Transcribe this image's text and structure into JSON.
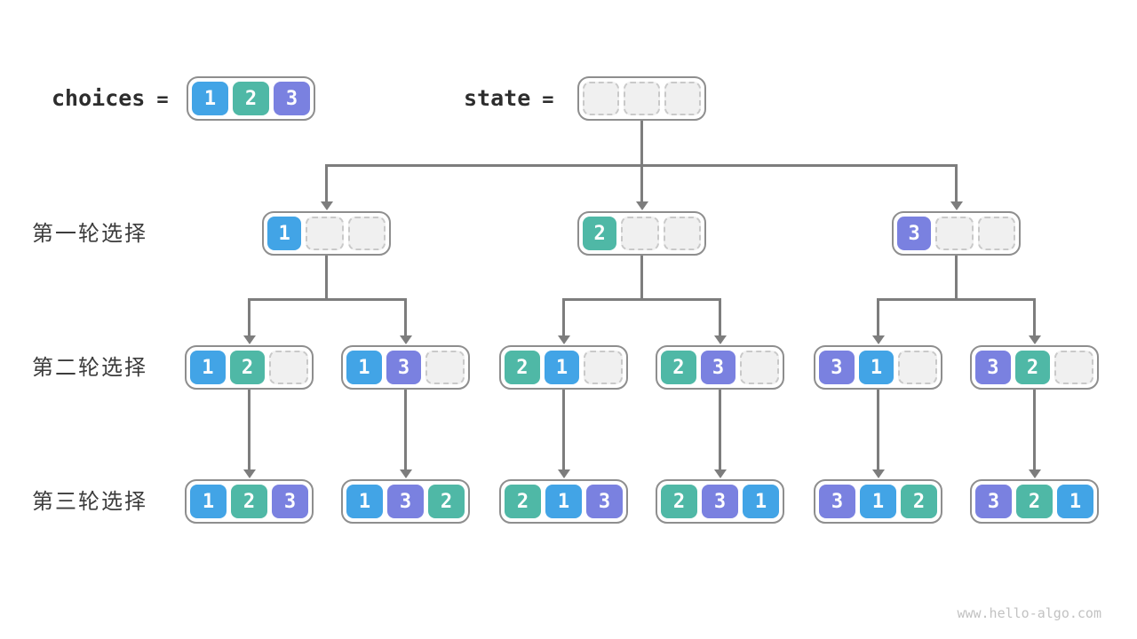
{
  "colors": {
    "cell1": "#42A4E6",
    "cell2": "#4FB8A6",
    "cell3": "#7A81E0",
    "empty_fill": "#F0F0F0",
    "empty_border": "#C9C9C9",
    "box_border": "#8E8E8E",
    "connector": "#7D7D7D",
    "label": "#3C3C3C",
    "footer_text": "#C2C2C2"
  },
  "header": {
    "choices": {
      "label": "choices",
      "equals": "=",
      "cells": [
        "1",
        "2",
        "3"
      ]
    },
    "state": {
      "label": "state",
      "equals": "=",
      "cells": [
        "",
        "",
        ""
      ]
    }
  },
  "rows": [
    {
      "label": "第一轮选择",
      "boxes": [
        [
          "1",
          "",
          ""
        ],
        [
          "2",
          "",
          ""
        ],
        [
          "3",
          "",
          ""
        ]
      ]
    },
    {
      "label": "第二轮选择",
      "boxes": [
        [
          "1",
          "2",
          ""
        ],
        [
          "1",
          "3",
          ""
        ],
        [
          "2",
          "1",
          ""
        ],
        [
          "2",
          "3",
          ""
        ],
        [
          "3",
          "1",
          ""
        ],
        [
          "3",
          "2",
          ""
        ]
      ]
    },
    {
      "label": "第三轮选择",
      "boxes": [
        [
          "1",
          "2",
          "3"
        ],
        [
          "1",
          "3",
          "2"
        ],
        [
          "2",
          "1",
          "3"
        ],
        [
          "2",
          "3",
          "1"
        ],
        [
          "3",
          "1",
          "2"
        ],
        [
          "3",
          "2",
          "1"
        ]
      ]
    }
  ],
  "footer": {
    "text": "www.hello-algo.com"
  }
}
